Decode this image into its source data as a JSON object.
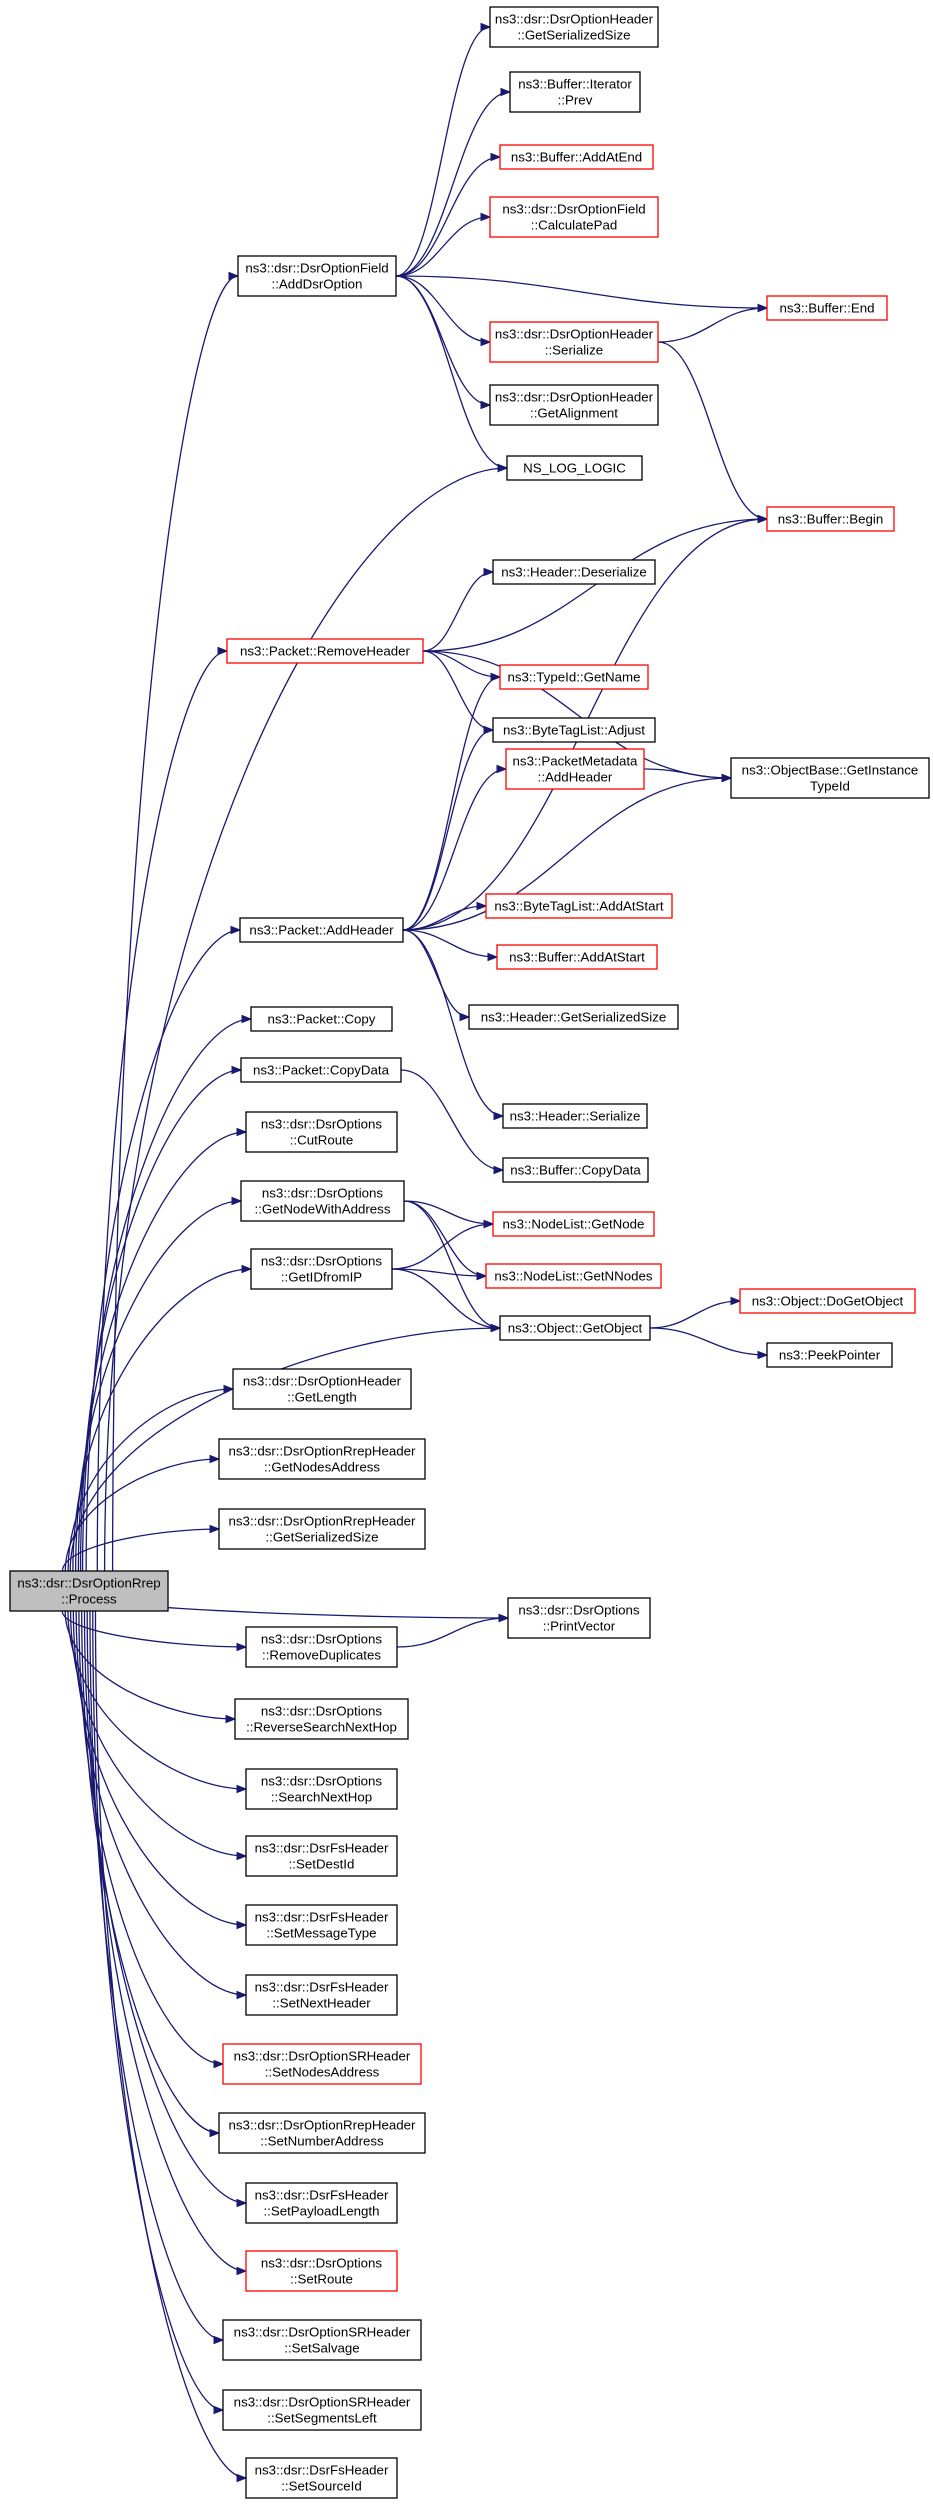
{
  "nodes": [
    {
      "id": "root",
      "lines": [
        "ns3::dsr::DsrOptionRrep",
        "::Process"
      ],
      "color": "root"
    },
    {
      "id": "addDsrOption",
      "lines": [
        "ns3::dsr::DsrOptionField",
        "::AddDsrOption"
      ],
      "color": "black"
    },
    {
      "id": "getSerializedSize",
      "lines": [
        "ns3::dsr::DsrOptionHeader",
        "::GetSerializedSize"
      ],
      "color": "black"
    },
    {
      "id": "iterPrev",
      "lines": [
        "ns3::Buffer::Iterator",
        "::Prev"
      ],
      "color": "black"
    },
    {
      "id": "addAtEnd",
      "lines": [
        "ns3::Buffer::AddAtEnd"
      ],
      "color": "red"
    },
    {
      "id": "calculatePad",
      "lines": [
        "ns3::dsr::DsrOptionField",
        "::CalculatePad"
      ],
      "color": "red"
    },
    {
      "id": "bufferEnd",
      "lines": [
        "ns3::Buffer::End"
      ],
      "color": "red"
    },
    {
      "id": "optSerialize",
      "lines": [
        "ns3::dsr::DsrOptionHeader",
        "::Serialize"
      ],
      "color": "red"
    },
    {
      "id": "getAlignment",
      "lines": [
        "ns3::dsr::DsrOptionHeader",
        "::GetAlignment"
      ],
      "color": "black"
    },
    {
      "id": "nsLogLogic",
      "lines": [
        "NS_LOG_LOGIC"
      ],
      "color": "black"
    },
    {
      "id": "bufferBegin",
      "lines": [
        "ns3::Buffer::Begin"
      ],
      "color": "red"
    },
    {
      "id": "hdrDeserialize",
      "lines": [
        "ns3::Header::Deserialize"
      ],
      "color": "black"
    },
    {
      "id": "removeHeader",
      "lines": [
        "ns3::Packet::RemoveHeader"
      ],
      "color": "red"
    },
    {
      "id": "typeIdGetName",
      "lines": [
        "ns3::TypeId::GetName"
      ],
      "color": "red"
    },
    {
      "id": "byteTagAdjust",
      "lines": [
        "ns3::ByteTagList::Adjust"
      ],
      "color": "black"
    },
    {
      "id": "pmAddHeader",
      "lines": [
        "ns3::PacketMetadata",
        "::AddHeader"
      ],
      "color": "red"
    },
    {
      "id": "getInstanceTypeId",
      "lines": [
        "ns3::ObjectBase::GetInstance",
        "TypeId"
      ],
      "color": "black"
    },
    {
      "id": "addHeader",
      "lines": [
        "ns3::Packet::AddHeader"
      ],
      "color": "black"
    },
    {
      "id": "byteTagAddAtStart",
      "lines": [
        "ns3::ByteTagList::AddAtStart"
      ],
      "color": "red"
    },
    {
      "id": "bufferAddAtStart",
      "lines": [
        "ns3::Buffer::AddAtStart"
      ],
      "color": "red"
    },
    {
      "id": "hdrGetSerializedSize",
      "lines": [
        "ns3::Header::GetSerializedSize"
      ],
      "color": "black"
    },
    {
      "id": "packetCopy",
      "lines": [
        "ns3::Packet::Copy"
      ],
      "color": "black"
    },
    {
      "id": "hdrSerialize",
      "lines": [
        "ns3::Header::Serialize"
      ],
      "color": "black"
    },
    {
      "id": "copyData",
      "lines": [
        "ns3::Packet::CopyData"
      ],
      "color": "black"
    },
    {
      "id": "cutRoute",
      "lines": [
        "ns3::dsr::DsrOptions",
        "::CutRoute"
      ],
      "color": "black"
    },
    {
      "id": "bufferCopyData",
      "lines": [
        "ns3::Buffer::CopyData"
      ],
      "color": "black"
    },
    {
      "id": "getNodeWithAddress",
      "lines": [
        "ns3::dsr::DsrOptions",
        "::GetNodeWithAddress"
      ],
      "color": "black"
    },
    {
      "id": "nodeListGetNode",
      "lines": [
        "ns3::NodeList::GetNode"
      ],
      "color": "red"
    },
    {
      "id": "getIDfromIP",
      "lines": [
        "ns3::dsr::DsrOptions",
        "::GetIDfromIP"
      ],
      "color": "black"
    },
    {
      "id": "nodeListGetNNodes",
      "lines": [
        "ns3::NodeList::GetNNodes"
      ],
      "color": "red"
    },
    {
      "id": "doGetObject",
      "lines": [
        "ns3::Object::DoGetObject"
      ],
      "color": "red"
    },
    {
      "id": "getObject",
      "lines": [
        "ns3::Object::GetObject"
      ],
      "color": "black"
    },
    {
      "id": "peekPointer",
      "lines": [
        "ns3::PeekPointer"
      ],
      "color": "black"
    },
    {
      "id": "getLength",
      "lines": [
        "ns3::dsr::DsrOptionHeader",
        "::GetLength"
      ],
      "color": "black"
    },
    {
      "id": "getNodesAddress",
      "lines": [
        "ns3::dsr::DsrOptionRrepHeader",
        "::GetNodesAddress"
      ],
      "color": "black"
    },
    {
      "id": "rrepGetSerializedSize",
      "lines": [
        "ns3::dsr::DsrOptionRrepHeader",
        "::GetSerializedSize"
      ],
      "color": "black"
    },
    {
      "id": "printVector",
      "lines": [
        "ns3::dsr::DsrOptions",
        "::PrintVector"
      ],
      "color": "black"
    },
    {
      "id": "removeDuplicates",
      "lines": [
        "ns3::dsr::DsrOptions",
        "::RemoveDuplicates"
      ],
      "color": "black"
    },
    {
      "id": "reverseSearchNextHop",
      "lines": [
        "ns3::dsr::DsrOptions",
        "::ReverseSearchNextHop"
      ],
      "color": "black"
    },
    {
      "id": "searchNextHop",
      "lines": [
        "ns3::dsr::DsrOptions",
        "::SearchNextHop"
      ],
      "color": "black"
    },
    {
      "id": "setDestId",
      "lines": [
        "ns3::dsr::DsrFsHeader",
        "::SetDestId"
      ],
      "color": "black"
    },
    {
      "id": "setMessageType",
      "lines": [
        "ns3::dsr::DsrFsHeader",
        "::SetMessageType"
      ],
      "color": "black"
    },
    {
      "id": "setNextHeader",
      "lines": [
        "ns3::dsr::DsrFsHeader",
        "::SetNextHeader"
      ],
      "color": "black"
    },
    {
      "id": "setNodesAddress",
      "lines": [
        "ns3::dsr::DsrOptionSRHeader",
        "::SetNodesAddress"
      ],
      "color": "red"
    },
    {
      "id": "setNumberAddress",
      "lines": [
        "ns3::dsr::DsrOptionRrepHeader",
        "::SetNumberAddress"
      ],
      "color": "black"
    },
    {
      "id": "setPayloadLength",
      "lines": [
        "ns3::dsr::DsrFsHeader",
        "::SetPayloadLength"
      ],
      "color": "black"
    },
    {
      "id": "setRoute",
      "lines": [
        "ns3::dsr::DsrOptions",
        "::SetRoute"
      ],
      "color": "red"
    },
    {
      "id": "setSalvage",
      "lines": [
        "ns3::dsr::DsrOptionSRHeader",
        "::SetSalvage"
      ],
      "color": "black"
    },
    {
      "id": "setSegmentsLeft",
      "lines": [
        "ns3::dsr::DsrOptionSRHeader",
        "::SetSegmentsLeft"
      ],
      "color": "black"
    },
    {
      "id": "setSourceId",
      "lines": [
        "ns3::dsr::DsrFsHeader",
        "::SetSourceId"
      ],
      "color": "black"
    }
  ],
  "edges": [
    [
      "root",
      "addDsrOption"
    ],
    [
      "root",
      "nsLogLogic"
    ],
    [
      "root",
      "removeHeader"
    ],
    [
      "root",
      "addHeader"
    ],
    [
      "root",
      "packetCopy"
    ],
    [
      "root",
      "copyData"
    ],
    [
      "root",
      "cutRoute"
    ],
    [
      "root",
      "getNodeWithAddress"
    ],
    [
      "root",
      "getIDfromIP"
    ],
    [
      "root",
      "getObject"
    ],
    [
      "root",
      "getLength"
    ],
    [
      "root",
      "getNodesAddress"
    ],
    [
      "root",
      "rrepGetSerializedSize"
    ],
    [
      "root",
      "printVector"
    ],
    [
      "root",
      "removeDuplicates"
    ],
    [
      "root",
      "reverseSearchNextHop"
    ],
    [
      "root",
      "searchNextHop"
    ],
    [
      "root",
      "setDestId"
    ],
    [
      "root",
      "setMessageType"
    ],
    [
      "root",
      "setNextHeader"
    ],
    [
      "root",
      "setNodesAddress"
    ],
    [
      "root",
      "setNumberAddress"
    ],
    [
      "root",
      "setPayloadLength"
    ],
    [
      "root",
      "setRoute"
    ],
    [
      "root",
      "setSalvage"
    ],
    [
      "root",
      "setSegmentsLeft"
    ],
    [
      "root",
      "setSourceId"
    ],
    [
      "addDsrOption",
      "getSerializedSize"
    ],
    [
      "addDsrOption",
      "iterPrev"
    ],
    [
      "addDsrOption",
      "addAtEnd"
    ],
    [
      "addDsrOption",
      "calculatePad"
    ],
    [
      "addDsrOption",
      "bufferEnd"
    ],
    [
      "addDsrOption",
      "optSerialize"
    ],
    [
      "addDsrOption",
      "getAlignment"
    ],
    [
      "addDsrOption",
      "nsLogLogic"
    ],
    [
      "optSerialize",
      "bufferEnd"
    ],
    [
      "optSerialize",
      "bufferBegin"
    ],
    [
      "removeHeader",
      "bufferBegin"
    ],
    [
      "removeHeader",
      "hdrDeserialize"
    ],
    [
      "removeHeader",
      "typeIdGetName"
    ],
    [
      "removeHeader",
      "byteTagAdjust"
    ],
    [
      "removeHeader",
      "getInstanceTypeId"
    ],
    [
      "addHeader",
      "bufferBegin"
    ],
    [
      "addHeader",
      "typeIdGetName"
    ],
    [
      "addHeader",
      "byteTagAdjust"
    ],
    [
      "addHeader",
      "pmAddHeader"
    ],
    [
      "addHeader",
      "byteTagAddAtStart"
    ],
    [
      "addHeader",
      "bufferAddAtStart"
    ],
    [
      "addHeader",
      "getInstanceTypeId"
    ],
    [
      "addHeader",
      "hdrGetSerializedSize"
    ],
    [
      "addHeader",
      "hdrSerialize"
    ],
    [
      "pmAddHeader",
      "getInstanceTypeId"
    ],
    [
      "copyData",
      "bufferCopyData"
    ],
    [
      "getNodeWithAddress",
      "nodeListGetNode"
    ],
    [
      "getNodeWithAddress",
      "nodeListGetNNodes"
    ],
    [
      "getNodeWithAddress",
      "getObject"
    ],
    [
      "getIDfromIP",
      "nodeListGetNode"
    ],
    [
      "getIDfromIP",
      "nodeListGetNNodes"
    ],
    [
      "getIDfromIP",
      "getObject"
    ],
    [
      "getObject",
      "doGetObject"
    ],
    [
      "getObject",
      "peekPointer"
    ],
    [
      "removeDuplicates",
      "printVector"
    ]
  ]
}
